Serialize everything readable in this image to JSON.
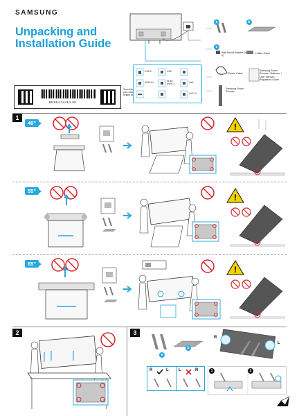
{
  "header": {
    "brand": "SAMSUNG",
    "title_line1": "Unpacking and",
    "title_line2": "Installation Guide"
  },
  "qr_block": {
    "document_id": "BN68-13441A-00",
    "scan_note": "Scan this QR code with your smart phone to see helpful videos."
  },
  "connections": {
    "ports": [
      "USB-C",
      "USB",
      "HDMI IN",
      "HDMI (eARC)",
      "DIGITAL AUDIO OUT",
      "LAN",
      "",
      "ANT IN"
    ]
  },
  "accessories": {
    "labels": {
      "a": "a",
      "b": "b",
      "c": "c",
      "wall_mount": "Wall Mount Adapter (x 2)",
      "holder_cable": "Holder-Cable",
      "power_cable": "Power Cable",
      "manuals": "Samsung Smart Remote / Batteries / User Manual / Regulatory Guide",
      "remote": "Samsung Smart Remote"
    }
  },
  "steps": [
    {
      "number": "1",
      "size": "48\""
    },
    {
      "size": "55\""
    },
    {
      "size": "65\""
    },
    {
      "number": "2"
    },
    {
      "number": "3"
    }
  ],
  "step3": {
    "badge_a": "a",
    "badge_b": "b",
    "left": "L",
    "right": "R",
    "sub1": "1",
    "sub2": "2"
  },
  "colors": {
    "accent": "#29a7df",
    "warning": "#f5d200",
    "prohibit": "#d6242a"
  }
}
